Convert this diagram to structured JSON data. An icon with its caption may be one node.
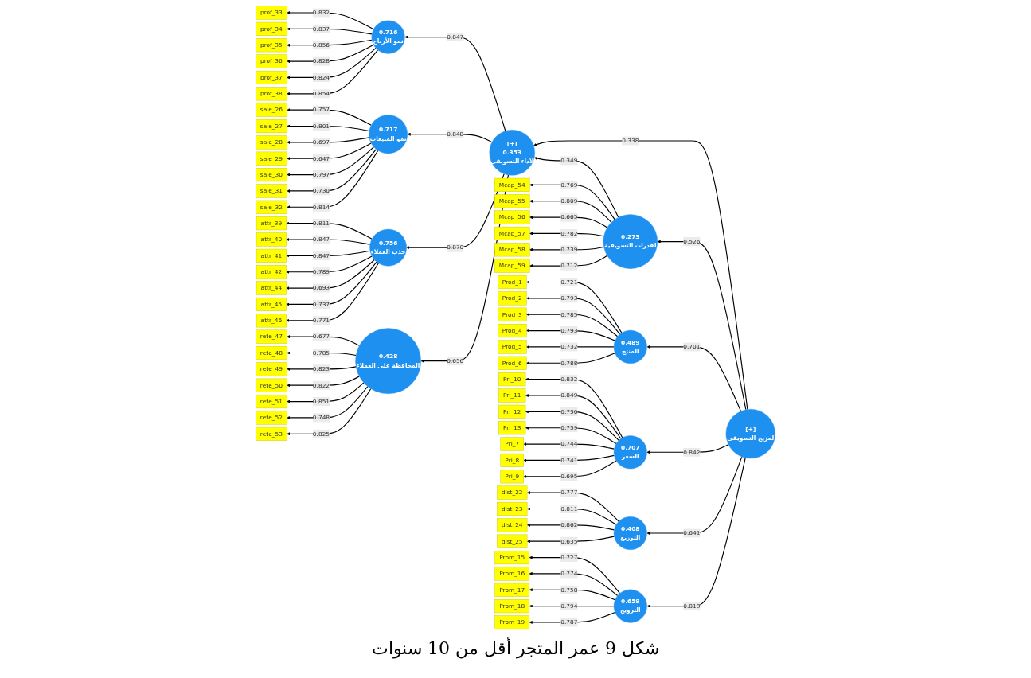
{
  "diagram": {
    "caption": "شكل 9 عمر المتجر أقل من 10 سنوات",
    "nodes": [
      {
        "text": [
          "sale_26"
        ]
      },
      {
        "text": [
          "sale_27"
        ]
      },
      {
        "text": [
          "sale_28"
        ]
      },
      {
        "text": [
          "sale_29"
        ]
      },
      {
        "text": [
          "sale_30"
        ]
      },
      {
        "text": [
          "sale_31"
        ]
      },
      {
        "text": [
          "sale_32"
        ]
      },
      {
        "text": [
          "Prod_1"
        ]
      },
      {
        "text": [
          "Prod_2"
        ]
      },
      {
        "text": [
          "Prod_3"
        ]
      },
      {
        "text": [
          "Prod_4"
        ]
      },
      {
        "text": [
          "Prod_5"
        ]
      },
      {
        "text": [
          "Prod_6"
        ]
      },
      {
        "text": [
          "Mcap_54"
        ]
      },
      {
        "text": [
          "Mcap_55"
        ]
      },
      {
        "text": [
          "Mcap_56"
        ]
      },
      {
        "text": [
          "Mcap_57"
        ]
      },
      {
        "text": [
          "Mcap_58"
        ]
      },
      {
        "text": [
          "Mcap_59"
        ]
      },
      {
        "text": [
          "prof_33"
        ]
      },
      {
        "text": [
          "prof_34"
        ]
      },
      {
        "text": [
          "prof_35"
        ]
      },
      {
        "text": [
          "prof_36"
        ]
      },
      {
        "text": [
          "prof_37"
        ]
      },
      {
        "text": [
          "prof_38"
        ]
      },
      {
        "text": [
          "0.717",
          "نمو المبيعات"
        ]
      },
      {
        "text": [
          "0.716",
          "نمو الأرباح"
        ]
      },
      {
        "text": [
          "0.273",
          "لقدرات التسويقية"
        ]
      },
      {
        "text": [
          "0.489",
          "المنتج"
        ]
      },
      {
        "text": [
          "Pri_10"
        ]
      },
      {
        "text": [
          "Pri_11"
        ]
      },
      {
        "text": [
          "Pri_12"
        ]
      },
      {
        "text": [
          "Pri_13"
        ]
      },
      {
        "text": [
          "Pri_7"
        ]
      },
      {
        "text": [
          "Pri_8"
        ]
      },
      {
        "text": [
          "Pri_9"
        ]
      },
      {
        "text": [
          "0.707",
          "السعر"
        ]
      },
      {
        "text": [
          "[+]",
          "0.353",
          "لأداء التسويقى"
        ]
      },
      {
        "text": [
          "[+]",
          "لمزيج التسويقى"
        ]
      },
      {
        "text": [
          "attr_39"
        ]
      },
      {
        "text": [
          "attr_40"
        ]
      },
      {
        "text": [
          "attr_41"
        ]
      },
      {
        "text": [
          "attr_42"
        ]
      },
      {
        "text": [
          "attr_44"
        ]
      },
      {
        "text": [
          "attr_45"
        ]
      },
      {
        "text": [
          "attr_46"
        ]
      },
      {
        "text": [
          "0.756",
          "جذب العملاء"
        ]
      },
      {
        "text": [
          "0.408",
          "التوزيع"
        ]
      },
      {
        "text": [
          "dist_22"
        ]
      },
      {
        "text": [
          "dist_23"
        ]
      },
      {
        "text": [
          "dist_24"
        ]
      },
      {
        "text": [
          "dist_25"
        ]
      },
      {
        "text": [
          "0.428",
          "المحافظة على العملاء"
        ]
      },
      {
        "text": [
          "0.659",
          "الترويج"
        ]
      },
      {
        "text": [
          "rete_47"
        ]
      },
      {
        "text": [
          "rete_48"
        ]
      },
      {
        "text": [
          "rete_49"
        ]
      },
      {
        "text": [
          "rete_50"
        ]
      },
      {
        "text": [
          "rete_51"
        ]
      },
      {
        "text": [
          "rete_52"
        ]
      },
      {
        "text": [
          "rete_53"
        ]
      },
      {
        "text": [
          "Prom_15"
        ]
      },
      {
        "text": [
          "Prom_16"
        ]
      },
      {
        "text": [
          "Prom_17"
        ]
      },
      {
        "text": [
          "Prom_18"
        ]
      },
      {
        "text": [
          "Prom_19"
        ]
      }
    ],
    "edges": [
      {
        "from": 38,
        "to": 37,
        "arrow": "to",
        "label": "0.338"
      },
      {
        "from": 38,
        "to": 27,
        "arrow": "to",
        "label": "0.526"
      },
      {
        "from": 27,
        "to": 37,
        "arrow": "to",
        "label": "0.349"
      },
      {
        "from": 38,
        "to": 28,
        "arrow": "to",
        "label": "0.701"
      },
      {
        "from": 38,
        "to": 36,
        "arrow": "to",
        "label": "0.842"
      },
      {
        "from": 38,
        "to": 47,
        "arrow": "to",
        "label": "0.641"
      },
      {
        "from": 38,
        "to": 53,
        "arrow": "to",
        "label": "0.813"
      },
      {
        "from": 37,
        "to": 26,
        "arrow": "to",
        "label": "0.847"
      },
      {
        "from": 37,
        "to": 25,
        "arrow": "to",
        "label": "0.848"
      },
      {
        "from": 37,
        "to": 46,
        "arrow": "to",
        "label": "0.870"
      },
      {
        "from": 37,
        "to": 52,
        "arrow": "to",
        "label": "0.656"
      },
      {
        "from": 25,
        "to": 0,
        "arrow": "to",
        "label": "0.757"
      },
      {
        "from": 25,
        "to": 1,
        "arrow": "to",
        "label": "0.801"
      },
      {
        "from": 25,
        "to": 2,
        "arrow": "to",
        "label": "0.697"
      },
      {
        "from": 25,
        "to": 3,
        "arrow": "to",
        "label": "0.647"
      },
      {
        "from": 25,
        "to": 4,
        "arrow": "to",
        "label": "0.797"
      },
      {
        "from": 25,
        "to": 5,
        "arrow": "to",
        "label": "0.730"
      },
      {
        "from": 25,
        "to": 6,
        "arrow": "to",
        "label": "0.814"
      },
      {
        "from": 28,
        "to": 7,
        "arrow": "to",
        "label": "0.721"
      },
      {
        "from": 28,
        "to": 8,
        "arrow": "to",
        "label": "0.793"
      },
      {
        "from": 28,
        "to": 9,
        "arrow": "to",
        "label": "0.785"
      },
      {
        "from": 28,
        "to": 10,
        "arrow": "to",
        "label": "0.793"
      },
      {
        "from": 28,
        "to": 11,
        "arrow": "to",
        "label": "0.732"
      },
      {
        "from": 28,
        "to": 12,
        "arrow": "to",
        "label": "0.788"
      },
      {
        "from": 27,
        "to": 13,
        "arrow": "to",
        "label": "0.769"
      },
      {
        "from": 27,
        "to": 14,
        "arrow": "to",
        "label": "0.809"
      },
      {
        "from": 27,
        "to": 15,
        "arrow": "to",
        "label": "0.665"
      },
      {
        "from": 27,
        "to": 16,
        "arrow": "to",
        "label": "0.782"
      },
      {
        "from": 27,
        "to": 17,
        "arrow": "to",
        "label": "0.739"
      },
      {
        "from": 27,
        "to": 18,
        "arrow": "to",
        "label": "0.712"
      },
      {
        "from": 26,
        "to": 19,
        "arrow": "to",
        "label": "0.832"
      },
      {
        "from": 26,
        "to": 20,
        "arrow": "to",
        "label": "0.837"
      },
      {
        "from": 26,
        "to": 21,
        "arrow": "to",
        "label": "0.856"
      },
      {
        "from": 26,
        "to": 22,
        "arrow": "to",
        "label": "0.828"
      },
      {
        "from": 26,
        "to": 23,
        "arrow": "to",
        "label": "0.824"
      },
      {
        "from": 26,
        "to": 24,
        "arrow": "to",
        "label": "0.854"
      },
      {
        "from": 36,
        "to": 29,
        "arrow": "to",
        "label": "0.832"
      },
      {
        "from": 36,
        "to": 30,
        "arrow": "to",
        "label": "0.849"
      },
      {
        "from": 36,
        "to": 31,
        "arrow": "to",
        "label": "0.730"
      },
      {
        "from": 36,
        "to": 32,
        "arrow": "to",
        "label": "0.739"
      },
      {
        "from": 36,
        "to": 33,
        "arrow": "to",
        "label": "0.744"
      },
      {
        "from": 36,
        "to": 34,
        "arrow": "to",
        "label": "0.741"
      },
      {
        "from": 36,
        "to": 35,
        "arrow": "to",
        "label": "0.695"
      },
      {
        "from": 46,
        "to": 39,
        "arrow": "to",
        "label": "0.811"
      },
      {
        "from": 46,
        "to": 40,
        "arrow": "to",
        "label": "0.847"
      },
      {
        "from": 46,
        "to": 41,
        "arrow": "to",
        "label": "0.847"
      },
      {
        "from": 46,
        "to": 42,
        "arrow": "to",
        "label": "0.789"
      },
      {
        "from": 46,
        "to": 43,
        "arrow": "to",
        "label": "0.693"
      },
      {
        "from": 46,
        "to": 44,
        "arrow": "to",
        "label": "0.737"
      },
      {
        "from": 46,
        "to": 45,
        "arrow": "to",
        "label": "0.771"
      },
      {
        "from": 47,
        "to": 48,
        "arrow": "to",
        "label": "0.777"
      },
      {
        "from": 47,
        "to": 49,
        "arrow": "to",
        "label": "0.811"
      },
      {
        "from": 47,
        "to": 50,
        "arrow": "to",
        "label": "0.862"
      },
      {
        "from": 47,
        "to": 51,
        "arrow": "to",
        "label": "0.635"
      },
      {
        "from": 52,
        "to": 54,
        "arrow": "to",
        "label": "0.677"
      },
      {
        "from": 52,
        "to": 55,
        "arrow": "to",
        "label": "0.785"
      },
      {
        "from": 52,
        "to": 56,
        "arrow": "to",
        "label": "0.823"
      },
      {
        "from": 52,
        "to": 57,
        "arrow": "to",
        "label": "0.822"
      },
      {
        "from": 52,
        "to": 58,
        "arrow": "to",
        "label": "0.851"
      },
      {
        "from": 52,
        "to": 59,
        "arrow": "to",
        "label": "0.748"
      },
      {
        "from": 52,
        "to": 60,
        "arrow": "to",
        "label": "0.825"
      },
      {
        "from": 53,
        "to": 61,
        "arrow": "to",
        "label": "0.727"
      },
      {
        "from": 53,
        "to": 62,
        "arrow": "to",
        "label": "0.774"
      },
      {
        "from": 53,
        "to": 63,
        "arrow": "to",
        "label": "0.758"
      },
      {
        "from": 53,
        "to": 64,
        "arrow": "to",
        "label": "0.794"
      },
      {
        "from": 53,
        "to": 65,
        "arrow": "to",
        "label": "0.787"
      }
    ]
  }
}
